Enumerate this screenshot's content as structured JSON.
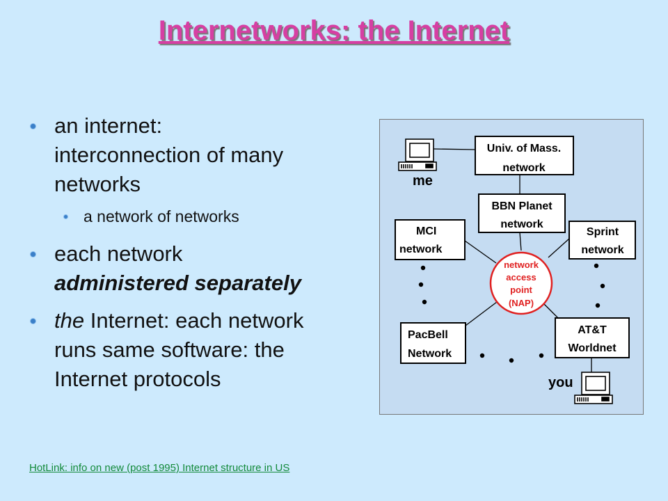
{
  "slide": {
    "title": "Internetworks: the Internet",
    "bullets": {
      "b1_line1": "an internet:",
      "b1_line2": "interconnection of many",
      "b1_line3": "networks",
      "b1_sub": "a network of networks",
      "b2_line1": "each network",
      "b2_line2": "administered separately",
      "b3_the": "the",
      "b3_rest1": " Internet: each network",
      "b3_line2": "runs same software: the",
      "b3_line3": "Internet protocols"
    },
    "hotlink": "HotLink: info on new (post 1995) Internet structure in US"
  },
  "diagram": {
    "me_label": "me",
    "you_label": "you",
    "umass": [
      "Univ. of Mass.",
      "network"
    ],
    "bbn": [
      "BBN Planet",
      "network"
    ],
    "mci": [
      "MCI",
      "network"
    ],
    "sprint": [
      "Sprint",
      "network"
    ],
    "pacbell": [
      "PacBell",
      "Network"
    ],
    "att": [
      "AT&T",
      "Worldnet"
    ],
    "nap": [
      "network",
      "access",
      "point",
      "(NAP)"
    ],
    "colors": {
      "nap": "#e02020",
      "box": "#000000",
      "panel": "#c5dcf2"
    }
  }
}
